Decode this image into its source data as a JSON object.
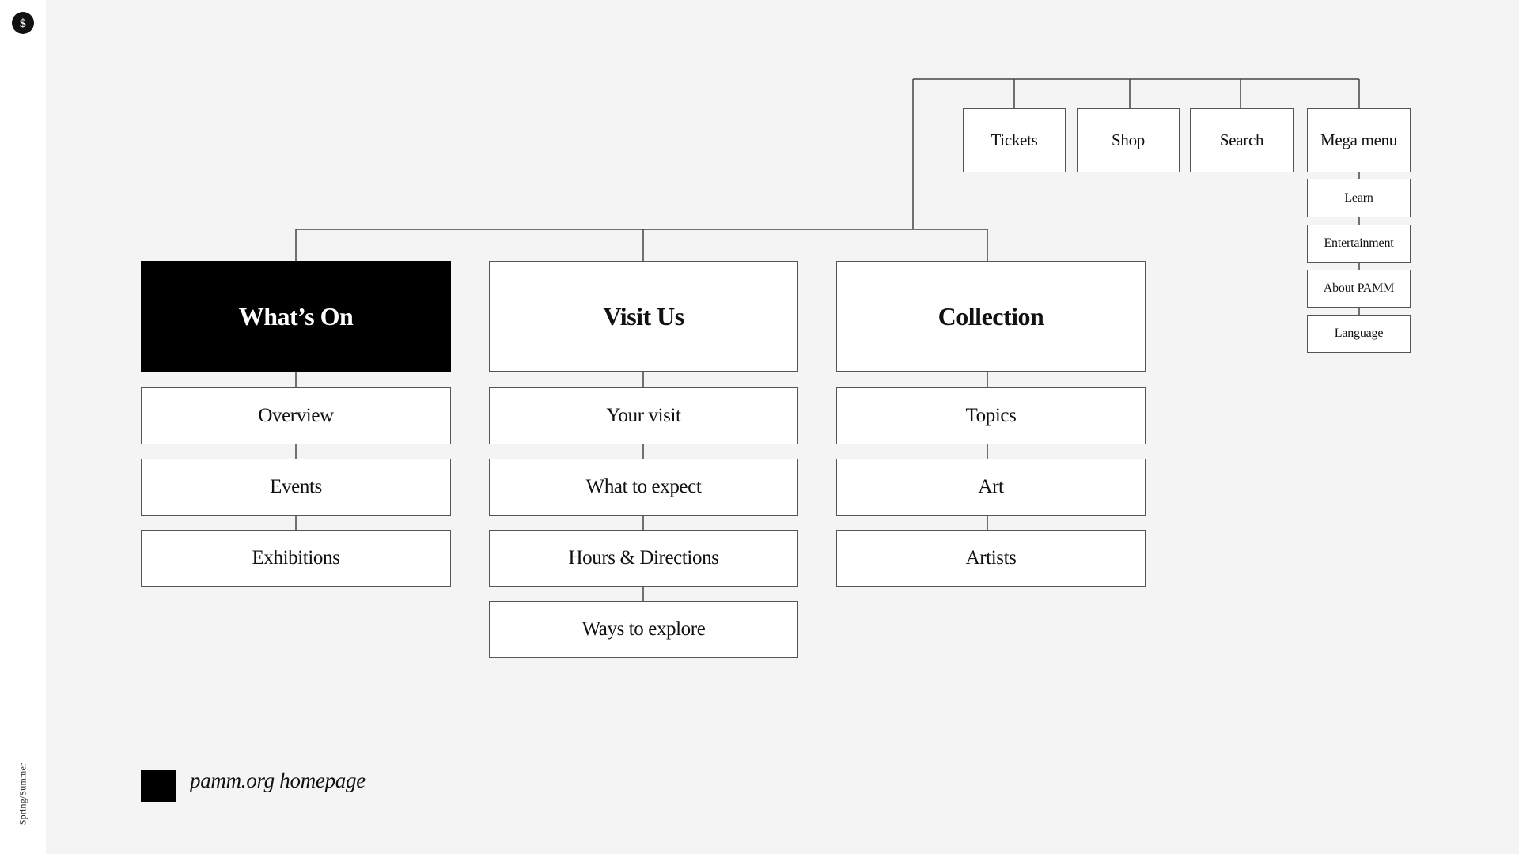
{
  "sidebar": {
    "logo_glyph": "$",
    "season": "Spring/Summer"
  },
  "utility_nav": {
    "tickets": "Tickets",
    "shop": "Shop",
    "search": "Search",
    "mega_menu": "Mega menu"
  },
  "mega_menu_items": {
    "learn": "Learn",
    "entertainment": "Entertainment",
    "about": "About PAMM",
    "language": "Language"
  },
  "sections": {
    "whats_on": {
      "title": "What’s On",
      "items": [
        "Overview",
        "Events",
        "Exhibitions"
      ]
    },
    "visit_us": {
      "title": "Visit Us",
      "items": [
        "Your visit",
        "What to expect",
        "Hours & Directions",
        "Ways to explore"
      ]
    },
    "collection": {
      "title": "Collection",
      "items": [
        "Topics",
        "Art",
        "Artists"
      ]
    }
  },
  "legend": {
    "label": "pamm.org homepage",
    "swatch_color": "#000000"
  },
  "colors": {
    "background": "#f4f4f4",
    "box": "#ffffff",
    "active": "#000000",
    "line": "#444444"
  }
}
